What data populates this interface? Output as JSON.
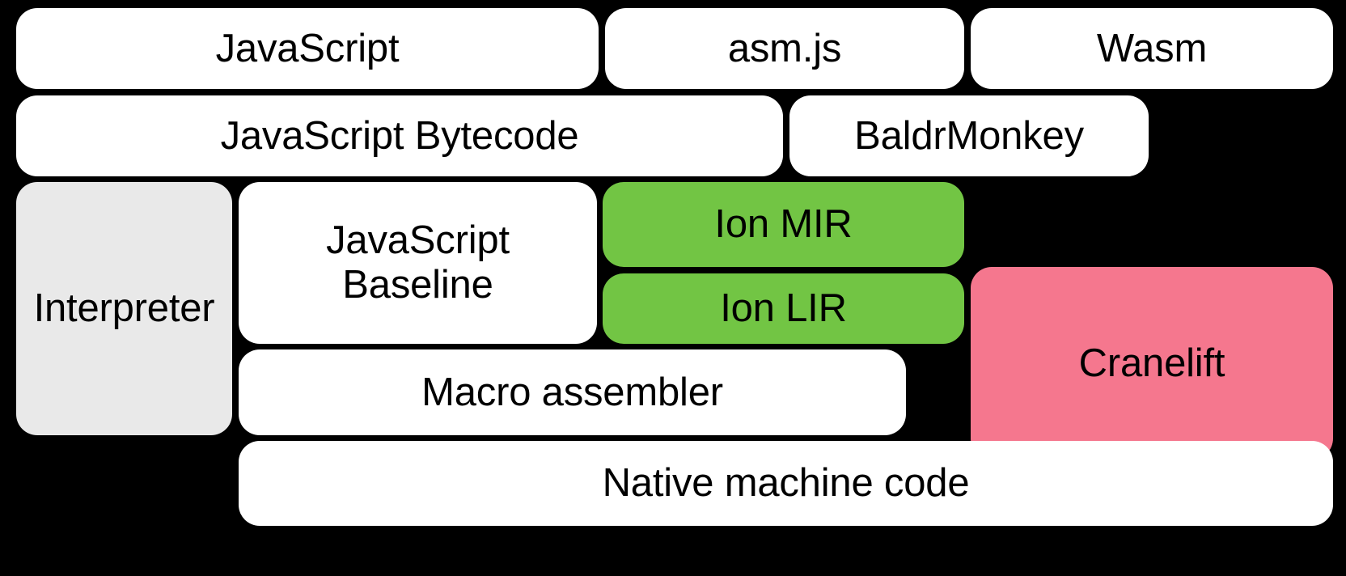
{
  "diagram": {
    "title": "SpiderMonkey compilation pipeline",
    "background_color": "#000000",
    "palette": {
      "white": "#FFFFFF",
      "gray": "#E9E9E9",
      "green": "#72C544",
      "pink": "#F5778E",
      "text": "#000000"
    },
    "nodes": {
      "javascript": {
        "label": "JavaScript",
        "color": "#FFFFFF"
      },
      "asmjs": {
        "label": "asm.js",
        "color": "#FFFFFF"
      },
      "wasm": {
        "label": "Wasm",
        "color": "#FFFFFF"
      },
      "js_bytecode": {
        "label": "JavaScript Bytecode",
        "color": "#FFFFFF"
      },
      "baldrmonkey": {
        "label": "BaldrMonkey",
        "color": "#FFFFFF"
      },
      "interpreter": {
        "label": "Interpreter",
        "color": "#E9E9E9"
      },
      "js_baseline": {
        "label": "JavaScript\nBaseline",
        "color": "#FFFFFF"
      },
      "ion_mir": {
        "label": "Ion MIR",
        "color": "#72C544"
      },
      "ion_lir": {
        "label": "Ion LIR",
        "color": "#72C544"
      },
      "cranelift": {
        "label": "Cranelift",
        "color": "#F5778E"
      },
      "macro_assembler": {
        "label": "Macro assembler",
        "color": "#FFFFFF"
      },
      "native_code": {
        "label": "Native machine code",
        "color": "#FFFFFF"
      }
    }
  }
}
